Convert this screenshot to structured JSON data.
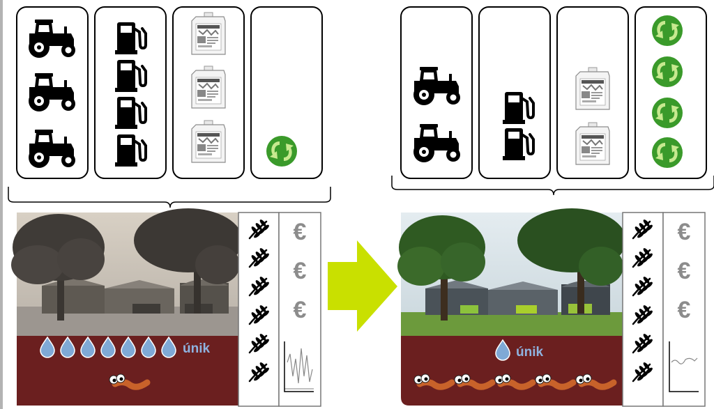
{
  "before": {
    "inputs": {
      "tractors": 3,
      "fuel": 4,
      "chemicals": 3,
      "recycling": 1
    },
    "crop_icons": 6,
    "euro_icons": 3,
    "leak_drops": 7,
    "leak_label": "únik",
    "earthworms": 1,
    "profit_symbol": "€"
  },
  "after": {
    "inputs": {
      "tractors": 2,
      "fuel": 2,
      "chemicals": 2,
      "recycling": 4
    },
    "crop_icons": 6,
    "euro_icons": 3,
    "leak_drops": 1,
    "leak_label": "únik",
    "earthworms": 5,
    "profit_symbol": "€"
  },
  "colors": {
    "soil": "#6b1f1f",
    "drop": "#7fa9d6",
    "leak_text": "#8fb3e0",
    "arrow": "#c9e000",
    "recycle_dark": "#3a9a2a",
    "recycle_light": "#c7e98f",
    "euro": "#8c8c8c",
    "worm": "#c8622a"
  },
  "icons": [
    "tractor-icon",
    "fuel-pump-icon",
    "chemical-canister-icon",
    "recycle-icon",
    "wheat-icon",
    "euro-icon",
    "water-drop-icon",
    "earthworm-icon",
    "trend-chart-icon"
  ]
}
